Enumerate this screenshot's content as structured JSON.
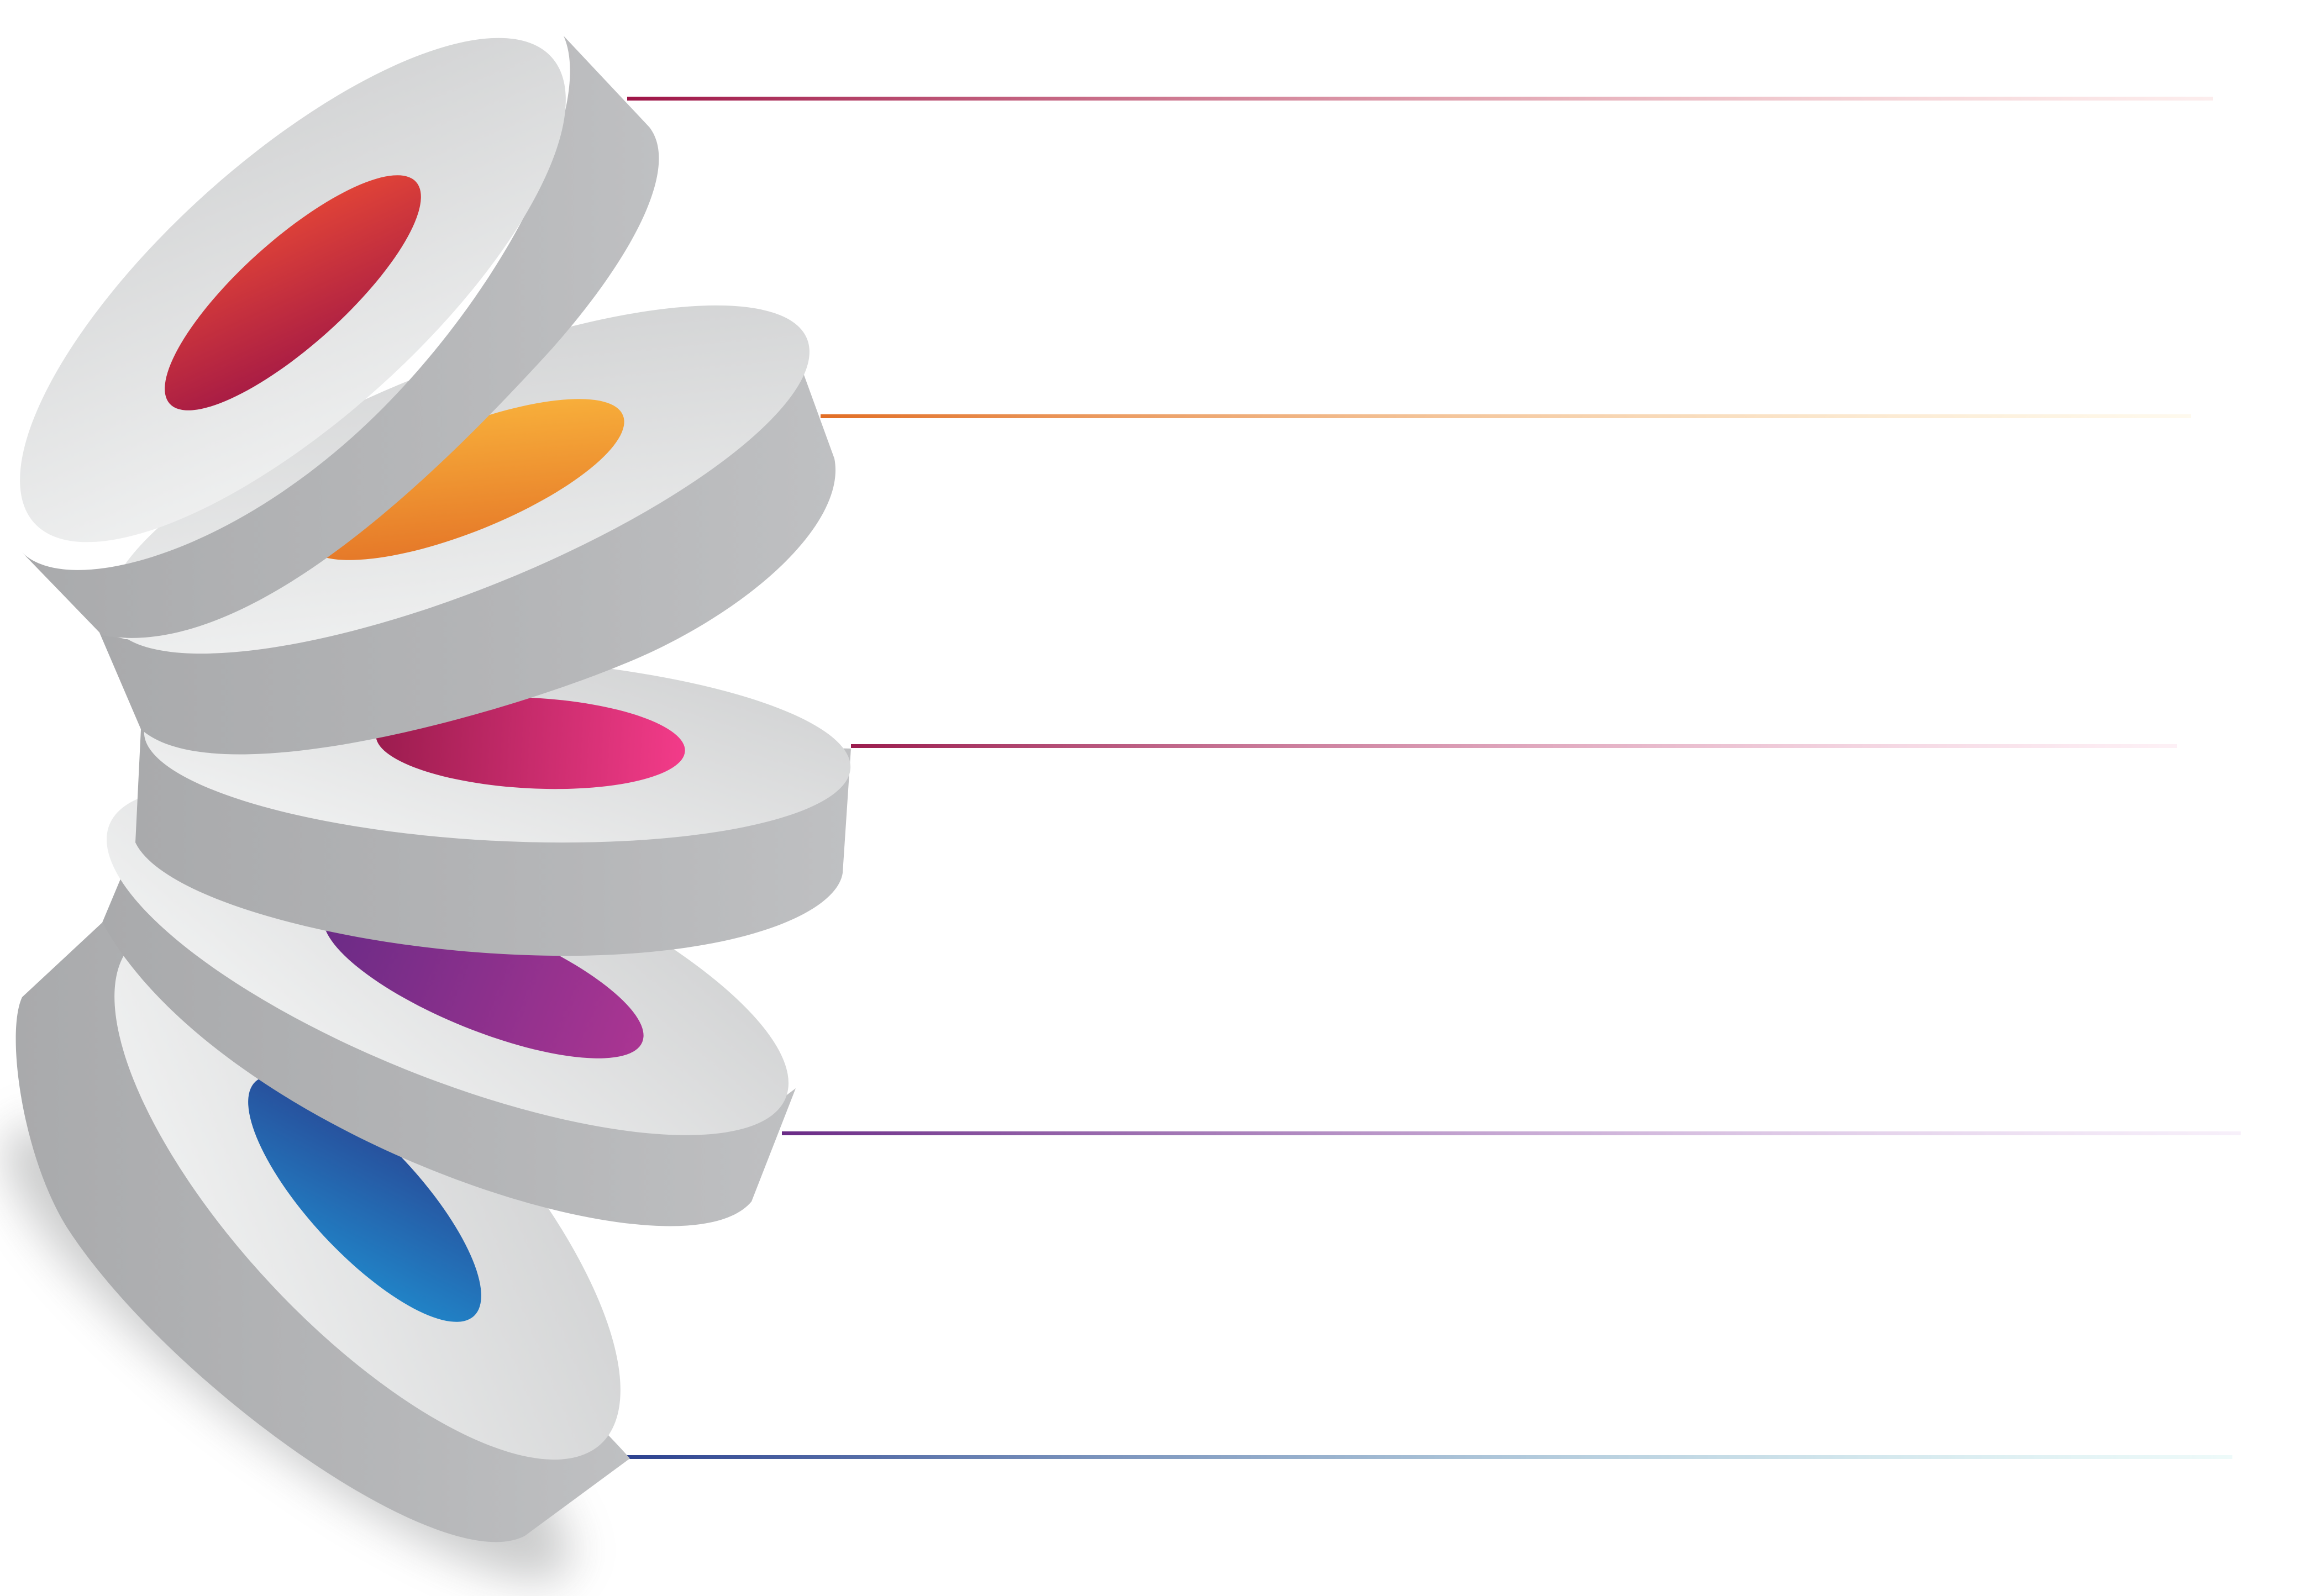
{
  "diagram": {
    "steps": [
      {
        "id": "step-1",
        "color_start": "#9e1547",
        "color_end": "#ea4a35",
        "line_start": "#9e1547",
        "line_end": "#f3a6a6"
      },
      {
        "id": "step-2",
        "color_start": "#e26e25",
        "color_end": "#fbb93e",
        "line_start": "#e26e25",
        "line_end": "#fbe3a8"
      },
      {
        "id": "step-3",
        "color_start": "#9b1c4e",
        "color_end": "#f33b89",
        "line_start": "#9b1c4e",
        "line_end": "#f7b7d0"
      },
      {
        "id": "step-4",
        "color_start": "#6a2b86",
        "color_end": "#aa3592",
        "line_start": "#6a2b86",
        "line_end": "#d9b4e6"
      },
      {
        "id": "step-5",
        "color_start": "#2a3f8e",
        "color_end": "#1f8ed0",
        "line_start": "#2a3f8e",
        "line_end": "#a9e6e3"
      }
    ],
    "disc_colors": {
      "top_light": "#f3f4f4",
      "top_dark": "#cfd0d1",
      "side_light": "#bfc0c2",
      "side_dark": "#a9aaac"
    }
  }
}
